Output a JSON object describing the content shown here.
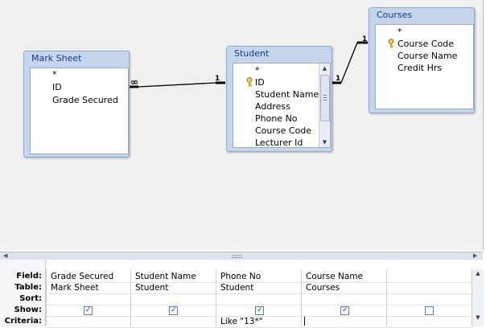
{
  "diagram": {
    "tables": {
      "mark_sheet": {
        "title": "Mark Sheet",
        "fields": [
          "*",
          "ID",
          "Grade Secured"
        ]
      },
      "student": {
        "title": "Student",
        "fields": [
          "*",
          "ID",
          "Student Name",
          "Address",
          "Phone No",
          "Course Code",
          "Lecturer Id"
        ],
        "key_field": "ID"
      },
      "courses": {
        "title": "Courses",
        "fields": [
          "*",
          "Course Code",
          "Course Name",
          "Credit Hrs"
        ],
        "key_field": "Course Code"
      }
    },
    "relationships": [
      {
        "from": "Mark Sheet",
        "to": "Student",
        "from_label": "∞",
        "to_label": "1"
      },
      {
        "from": "Student",
        "to": "Courses",
        "from_label": "1",
        "to_label": "1"
      }
    ]
  },
  "grid": {
    "row_labels": [
      "Field:",
      "Table:",
      "Sort:",
      "Show:",
      "Criteria:"
    ],
    "columns": [
      {
        "field": "Grade Secured",
        "table": "Mark Sheet",
        "sort": "",
        "show": true,
        "criteria": ""
      },
      {
        "field": "Student Name",
        "table": "Student",
        "sort": "",
        "show": true,
        "criteria": ""
      },
      {
        "field": "Phone No",
        "table": "Student",
        "sort": "",
        "show": true,
        "criteria": "Like \"13*\""
      },
      {
        "field": "Course Name",
        "table": "Courses",
        "sort": "",
        "show": true,
        "criteria": ""
      },
      {
        "field": "",
        "table": "",
        "sort": "",
        "show": false,
        "criteria": ""
      }
    ]
  },
  "colors": {
    "table_header_bg": "#c5d6ec",
    "table_title_text": "#15398a",
    "canvas_bg": "#f0f0f0",
    "join_line": "#000000"
  }
}
